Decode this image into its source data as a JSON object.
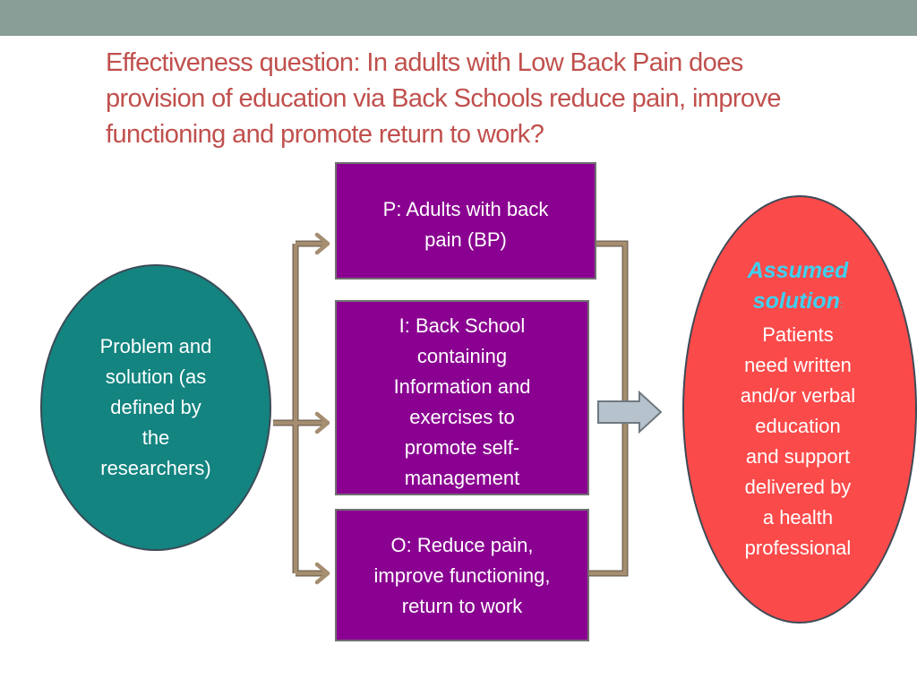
{
  "header": {
    "bar_color": "#8a9e98"
  },
  "title": {
    "lines": [
      "Effectiveness question: In adults with Low Back Pain does",
      "provision of  education via Back Schools reduce pain, improve",
      "functioning and promote return to work?"
    ],
    "color": "#c0504d"
  },
  "problem": {
    "lines": [
      "Problem and",
      "solution (as",
      "defined by",
      "the",
      "researchers)"
    ],
    "fill": "#138480"
  },
  "pico": {
    "p": {
      "lines": [
        "P: Adults with back",
        "pain (BP)"
      ]
    },
    "i": {
      "lines": [
        "I: Back School",
        "containing",
        "Information and",
        "exercises to",
        "promote  self-",
        "management"
      ]
    },
    "o": {
      "lines": [
        "O: Reduce pain,",
        "improve functioning,",
        "return to work"
      ]
    },
    "fill": "#8a0091"
  },
  "solution": {
    "heading_lines": [
      "Assumed",
      "solution"
    ],
    "heading_punct": ":",
    "body_lines": [
      "Patients",
      "need written",
      "and/or verbal",
      "education",
      "and support",
      "delivered by",
      "a health",
      "professional"
    ],
    "fill": "#fb4a4a",
    "heading_color": "#3fd0f0"
  },
  "connector_color": "#a58d6f",
  "arrow_color": "#b7c3cc"
}
